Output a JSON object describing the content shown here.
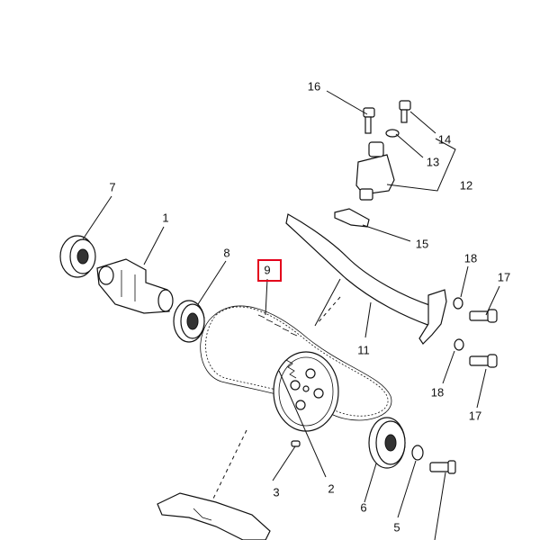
{
  "diagram": {
    "callouts": [
      "16",
      "14",
      "13",
      "12",
      "7",
      "1",
      "15",
      "8",
      "9",
      "18",
      "17",
      "11",
      "18",
      "17",
      "2",
      "3",
      "6",
      "5"
    ],
    "highlighted_callout": "9",
    "highlight_color": "#e3001b"
  }
}
